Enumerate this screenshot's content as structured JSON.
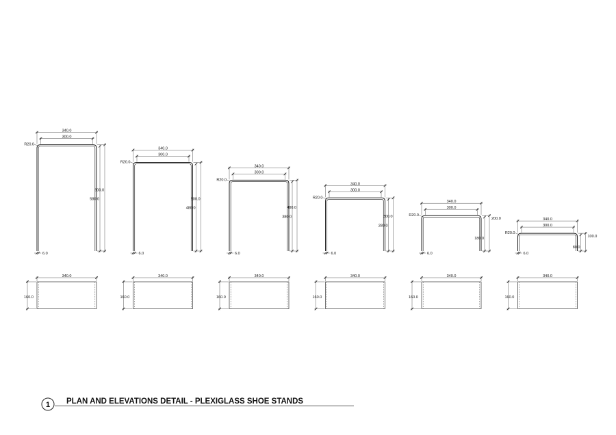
{
  "title": {
    "number": "1",
    "text": "PLAN AND ELEVATIONS DETAIL -  PLEXIGLASS SHOE STANDS"
  },
  "stands": [
    {
      "height_total": "600.0",
      "height_inner": "580.0",
      "width_outer": "340.0",
      "width_inner": "300.0",
      "radius": "R20.0",
      "thickness": "6.0",
      "plan_width": "340.0",
      "plan_depth": "160.0",
      "h": 600
    },
    {
      "height_total": "500.0",
      "height_inner": "480.0",
      "width_outer": "340.0",
      "width_inner": "300.0",
      "radius": "R20.0",
      "thickness": "6.0",
      "plan_width": "340.0",
      "plan_depth": "160.0",
      "h": 500
    },
    {
      "height_total": "400.0",
      "height_inner": "380.0",
      "width_outer": "340.0",
      "width_inner": "300.0",
      "radius": "R20.0",
      "thickness": "6.0",
      "plan_width": "340.0",
      "plan_depth": "160.0",
      "h": 400
    },
    {
      "height_total": "300.0",
      "height_inner": "280.0",
      "width_outer": "340.0",
      "width_inner": "300.0",
      "radius": "R20.0",
      "thickness": "6.0",
      "plan_width": "340.0",
      "plan_depth": "160.0",
      "h": 300
    },
    {
      "height_total": "200.0",
      "height_inner": "180.0",
      "width_outer": "340.0",
      "width_inner": "300.0",
      "radius": "R20.0",
      "thickness": "6.0",
      "plan_width": "340.0",
      "plan_depth": "160.0",
      "h": 200
    },
    {
      "height_total": "100.0",
      "height_inner": "80.0",
      "width_outer": "340.0",
      "width_inner": "300.0",
      "radius": "R20.0",
      "thickness": "6.0",
      "plan_width": "340.0",
      "plan_depth": "160.0",
      "h": 100
    }
  ]
}
